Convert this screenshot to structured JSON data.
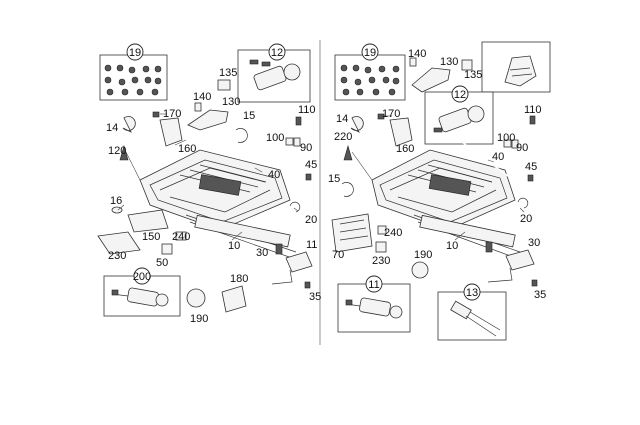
{
  "left_panel": {
    "callouts": [
      {
        "id": "19",
        "text": "19"
      },
      {
        "id": "12",
        "text": "12"
      },
      {
        "id": "135",
        "text": "135"
      },
      {
        "id": "140",
        "text": "140"
      },
      {
        "id": "130",
        "text": "130"
      },
      {
        "id": "170",
        "text": "170"
      },
      {
        "id": "14",
        "text": "14"
      },
      {
        "id": "160",
        "text": "160"
      },
      {
        "id": "15",
        "text": "15"
      },
      {
        "id": "110",
        "text": "110"
      },
      {
        "id": "100",
        "text": "100"
      },
      {
        "id": "90",
        "text": "90"
      },
      {
        "id": "120",
        "text": "120"
      },
      {
        "id": "45",
        "text": "45"
      },
      {
        "id": "40",
        "text": "40"
      },
      {
        "id": "16",
        "text": "16"
      },
      {
        "id": "20",
        "text": "20"
      },
      {
        "id": "150",
        "text": "150"
      },
      {
        "id": "240",
        "text": "240"
      },
      {
        "id": "10",
        "text": "10"
      },
      {
        "id": "200",
        "text": "200"
      },
      {
        "id": "230",
        "text": "230"
      },
      {
        "id": "50",
        "text": "50"
      },
      {
        "id": "30",
        "text": "30"
      },
      {
        "id": "11",
        "text": "11"
      },
      {
        "id": "180",
        "text": "180"
      },
      {
        "id": "190",
        "text": "190"
      },
      {
        "id": "35",
        "text": "35"
      }
    ]
  },
  "right_panel": {
    "callouts": [
      {
        "id": "19",
        "text": "19"
      },
      {
        "id": "140",
        "text": "140"
      },
      {
        "id": "130",
        "text": "130"
      },
      {
        "id": "135",
        "text": "135"
      },
      {
        "id": "12",
        "text": "12"
      },
      {
        "id": "110",
        "text": "110"
      },
      {
        "id": "14",
        "text": "14"
      },
      {
        "id": "170",
        "text": "170"
      },
      {
        "id": "220",
        "text": "220"
      },
      {
        "id": "160",
        "text": "160"
      },
      {
        "id": "100",
        "text": "100"
      },
      {
        "id": "90",
        "text": "90"
      },
      {
        "id": "40",
        "text": "40"
      },
      {
        "id": "45",
        "text": "45"
      },
      {
        "id": "15",
        "text": "15"
      },
      {
        "id": "20",
        "text": "20"
      },
      {
        "id": "240",
        "text": "240"
      },
      {
        "id": "70",
        "text": "70"
      },
      {
        "id": "10",
        "text": "10"
      },
      {
        "id": "230",
        "text": "230"
      },
      {
        "id": "190",
        "text": "190"
      },
      {
        "id": "30",
        "text": "30"
      },
      {
        "id": "11",
        "text": "11"
      },
      {
        "id": "13",
        "text": "13"
      },
      {
        "id": "35",
        "text": "35"
      }
    ]
  }
}
